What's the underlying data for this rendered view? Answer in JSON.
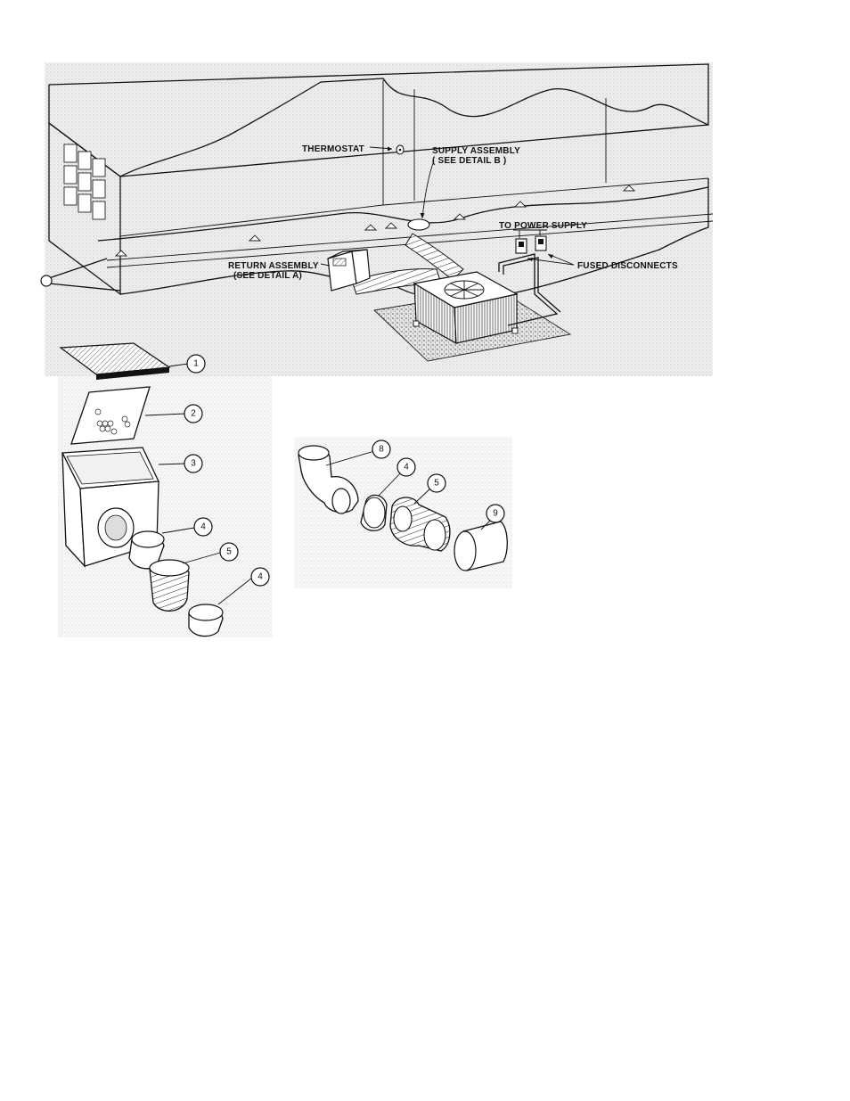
{
  "labels": {
    "thermostat": "THERMOSTAT",
    "supply_1": "SUPPLY ASSEMBLY",
    "supply_2": "( SEE DETAIL B )",
    "power": "TO POWER SUPPLY",
    "fused": "FUSED DISCONNECTS",
    "return_1": "RETURN ASSEMBLY",
    "return_2": "(SEE DETAIL A)"
  },
  "callouts": {
    "c1": "1",
    "c2": "2",
    "c3": "3",
    "c4a": "4",
    "c5a": "5",
    "c4b": "4",
    "c8": "8",
    "c4c": "4",
    "c5b": "5",
    "c9": "9"
  },
  "colors": {
    "ink": "#111111",
    "background": "#ffffff",
    "shading": "#d8d8d8"
  }
}
